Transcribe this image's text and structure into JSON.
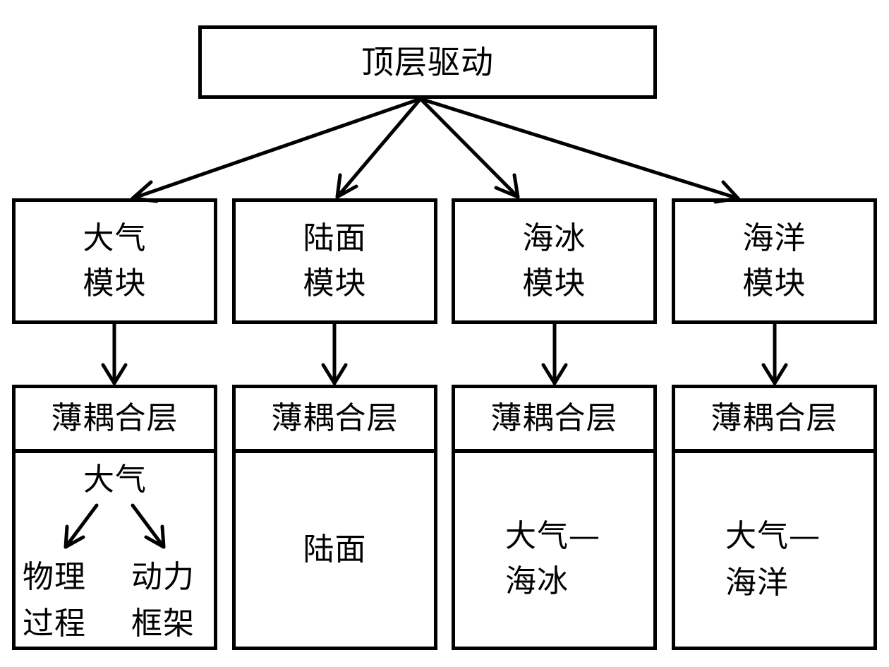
{
  "top": {
    "label": "顶层驱动"
  },
  "modules": [
    {
      "line1": "大气",
      "line2": "模块",
      "coupler": "薄耦合层"
    },
    {
      "line1": "陆面",
      "line2": "模块",
      "coupler": "薄耦合层"
    },
    {
      "line1": "海冰",
      "line2": "模块",
      "coupler": "薄耦合层"
    },
    {
      "line1": "海洋",
      "line2": "模块",
      "coupler": "薄耦合层"
    }
  ],
  "details": {
    "atmosphere": {
      "title": "大气",
      "left_line1": "物理",
      "left_line2": "过程",
      "right_line1": "动力",
      "right_line2": "框架"
    },
    "land": {
      "text": "陆面"
    },
    "seaice": {
      "line1": "大气—",
      "line2": "海冰"
    },
    "ocean": {
      "line1": "大气—",
      "line2": "海洋"
    }
  }
}
